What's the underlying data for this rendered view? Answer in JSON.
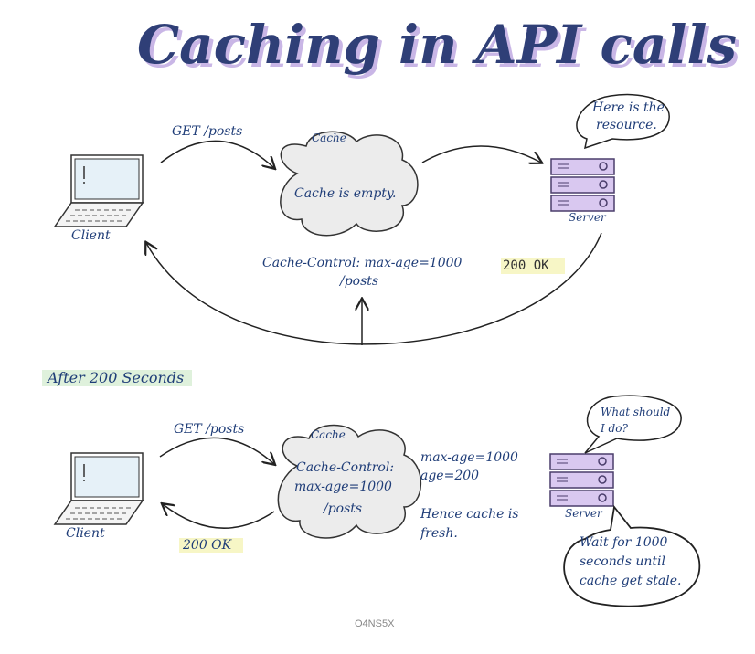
{
  "title": "Caching in API calls",
  "top": {
    "request_label": "GET /posts",
    "cache_title": "Cache",
    "cache_text": "Cache is empty.",
    "client_label": "Client",
    "server_label": "Server",
    "server_bubble": [
      "Here is the",
      "resource."
    ],
    "header_line1": "Cache-Control: max-age=1000",
    "header_line2": "/posts",
    "response_label": "200 OK"
  },
  "divider_label": "After 200 Seconds",
  "bottom": {
    "request_label": "GET /posts",
    "cache_title": "Cache",
    "cache_lines": [
      "Cache-Control:",
      "max-age=1000",
      "/posts"
    ],
    "client_label": "Client",
    "server_label": "Server",
    "response_label": "200 OK",
    "age_lines": [
      "max-age=1000",
      "age=200"
    ],
    "fresh_lines": [
      "Hence cache is",
      "fresh."
    ],
    "server_bubble": [
      "What should",
      "I do?"
    ],
    "advice_bubble": [
      "Wait for 1000",
      "seconds until",
      "cache get stale."
    ]
  },
  "watermark": "O4NS5X",
  "colors": {
    "ink": "#1f3d78",
    "server_fill": "#d9c8f0",
    "server_stroke": "#4a3d6b",
    "cloud_fill": "#ececec",
    "highlight_yellow": "#f7f6c6",
    "highlight_green": "#dff1dc"
  }
}
